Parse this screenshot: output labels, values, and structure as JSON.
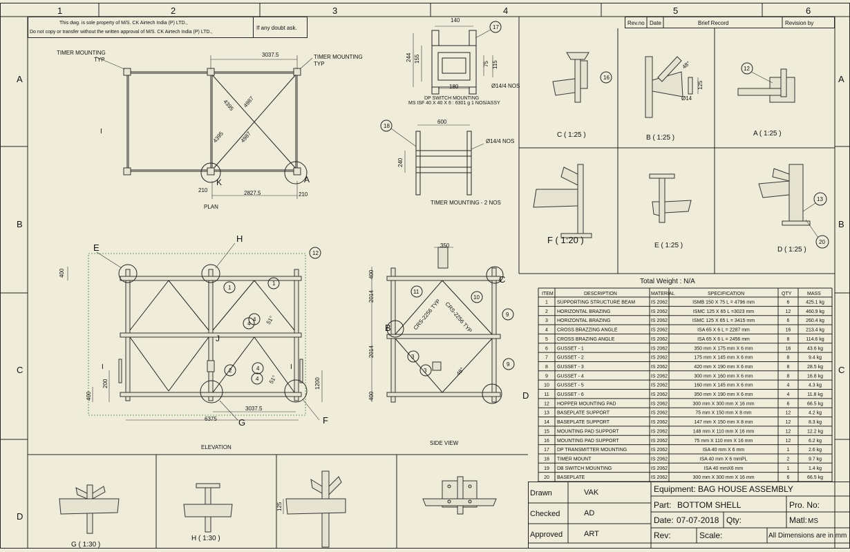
{
  "grid": {
    "columns": [
      "1",
      "2",
      "3",
      "4",
      "5",
      "6"
    ],
    "rows": [
      "A",
      "B",
      "C",
      "D"
    ]
  },
  "notice": {
    "line1": "This dwg. is sole property of M/S. CK Airtech India (P) LTD.,",
    "line2": "Do not copy or transfer without the written approval of M/S. CK Airtech India (P) LTD.,",
    "doubt": "If any doubt ask."
  },
  "revision": {
    "headers": [
      "Rev.no",
      "Date",
      "Brief Record",
      "Revision by"
    ]
  },
  "plan": {
    "label_left": "TIMER MOUNTING",
    "label_left2": "TYP",
    "label_right": "TIMER MOUNTING",
    "label_right2": "TYP",
    "dim_top": "3037.5",
    "dim_bottom": "2827.5",
    "dim_210a": "210",
    "dim_210b": "210",
    "diag1": "4395",
    "diag2": "4987",
    "diag3": "4395",
    "diag4": "4987",
    "mark_k": "K",
    "mark_a": "A",
    "title": "PLAN"
  },
  "dp_switch": {
    "dim_140": "140",
    "dim_244": "244",
    "dim_155": "155",
    "dim_180": "180",
    "dim_75": "75",
    "dim_115": "115",
    "hole": "Ø14/4 NOS",
    "caption1": "DP SWITCH MOUNTING",
    "caption2": "MS ISF 40 X 40 X 6 : 6301 g  1 NOS/ASSY",
    "balloon": "17"
  },
  "timer_mount": {
    "dim_600": "600",
    "dim_240": "240",
    "hole": "Ø14/4 NOS",
    "title": "TIMER MOUNTING - 2 NOS",
    "balloon": "18"
  },
  "details": {
    "c": "C ( 1:25 )",
    "b": "B ( 1:25 )",
    "a": "A ( 1:25 )",
    "f": "F ( 1:20 )",
    "e": "E ( 1:25 )",
    "d": "D ( 1:25 )",
    "g": "G ( 1:30 )",
    "h": "H ( 1:30 )",
    "b_angle": "48°",
    "b_dim": "125",
    "b_hole": "Ø14",
    "bal16": "16",
    "bal12": "12",
    "bal13": "13",
    "bal20": "20",
    "bot_dim": "125"
  },
  "elevation": {
    "title": "ELEVATION",
    "dim_400": "400",
    "dim_200": "200",
    "dim_400b": "400",
    "dim_1200": "1200",
    "dim_3037": "3037.5",
    "dim_6375": "6375",
    "angle1": "51°",
    "angle2": "51°",
    "marks": [
      "E",
      "H",
      "G",
      "F",
      "J",
      "I",
      "I"
    ],
    "balloons": [
      "12",
      "1",
      "1",
      "4",
      "4",
      "2",
      "4",
      "4"
    ]
  },
  "side": {
    "title": "SIDE VIEW",
    "dim_350": "350",
    "dim_400": "400",
    "dim_2014a": "2014",
    "dim_2014b": "2014",
    "dim_400b": "400",
    "cross1": "CRS-2256 TYP",
    "cross2": "CRS-2256 TYP",
    "angle": "48°",
    "marks": [
      "C",
      "B",
      "D"
    ],
    "balloons": [
      "11",
      "10",
      "9",
      "9",
      "3",
      "3"
    ]
  },
  "bom": {
    "weight_label": "Total Weight : N/A",
    "headers": [
      "ITEM",
      "DESCRIPTION",
      "MATERIAL",
      "SPECIFICATION",
      "QTY",
      "MASS"
    ],
    "rows": [
      [
        "1",
        "SUPPORTING STRUCTURE BEAM",
        "IS 2062",
        "ISMB 150 X 75   L = 4796 mm",
        "6",
        "425.1 kg"
      ],
      [
        "2",
        "HORIZONTAL BRAZING",
        "IS 2062",
        "ISMC 125 X 65  L =3023 mm",
        "12",
        "460.9 kg"
      ],
      [
        "3",
        "HORIZONTAL BRAZING",
        "IS 2062",
        "ISMC 125 X 65  L = 3415 mm",
        "6",
        "260.4 kg"
      ],
      [
        "4",
        "CROSS BRAZZING ANGLE",
        "IS 2062",
        "ISA 65 X 6  L = 2287 mm",
        "16",
        "213.4 kg"
      ],
      [
        "5",
        "CROSS BRAZING ANGLE",
        "IS 2062",
        "ISA 65 X 6 L = 2456 mm",
        "8",
        "114.6 kg"
      ],
      [
        "6",
        "GUSSET - 1",
        "IS 2062",
        "350 mm X 175 mm  X 6 mm",
        "16",
        "43.6 kg"
      ],
      [
        "7",
        "GUSSET - 2",
        "IS 2062",
        "175 mm X 145 mm X 6 mm",
        "8",
        "9.4 kg"
      ],
      [
        "8",
        "GUSSET - 3",
        "IS 2062",
        "420 mm X 190 mm X 6 mm",
        "8",
        "28.5 kg"
      ],
      [
        "9",
        "GUSSET - 4",
        "IS 2062",
        "300 mm X  160 mm X 6 mm",
        "8",
        "16.8 kg"
      ],
      [
        "10",
        "GUSSET - 5",
        "IS 2062",
        "160 mm X 145 mm X 6 mm",
        "4",
        "4.3 kg"
      ],
      [
        "11",
        "GUSSET - 6",
        "IS 2062",
        "350 mm X 190 mm X 6 mm",
        "4",
        "11.8 kg"
      ],
      [
        "12",
        "HOPPER MOUNTING PAD",
        "IS 2062",
        "300 mm X 300 mm X 16 mm",
        "6",
        "66.5 kg"
      ],
      [
        "13",
        "BASEPLATE SUPPORT",
        "IS 2062",
        "75 mm X 150 mm X 8 mm",
        "12",
        "4.2 kg"
      ],
      [
        "14",
        "BASEPLATE SUPPORT",
        "IS 2062",
        "147 mm X 150 mm X 8 mm",
        "12",
        "8.3 kg"
      ],
      [
        "15",
        "MOUNTING PAD SUPPORT",
        "IS 2062",
        "148 mm X 110 mm X 16 mm",
        "12",
        "12.2 kg"
      ],
      [
        "16",
        "MOUNTING PAD SUPPORT",
        "IS 2062",
        "75 mm X 110 mm X 16 mm",
        "12",
        "6.2 kg"
      ],
      [
        "17",
        "DP TRANSMITTER MOUNTING",
        "IS 2062",
        "ISA 40 mm X 6 mm",
        "1",
        "2.6 kg"
      ],
      [
        "18",
        "TIMER MOUNT",
        "IS 2062",
        "ISA 40 mm X 6 mmPL",
        "2",
        "9.7 kg"
      ],
      [
        "19",
        "DB SWITCH MOUNTING",
        "IS 2062",
        "ISA 40 mmX6 mm",
        "1",
        "1.4 kg"
      ],
      [
        "20",
        "BASEPLATE",
        "IS 2062",
        "300 mm X 300 mm  X  16 mm",
        "6",
        "66.5 kg"
      ]
    ]
  },
  "title_block": {
    "drawn_label": "Drawn",
    "drawn": "VAK",
    "checked_label": "Checked",
    "checked": "AD",
    "approved_label": "Approved",
    "approved": "ART",
    "equipment": "Equipment: BAG HOUSE ASSEMBLY",
    "part_label": "Part:",
    "part": "BOTTOM SHELL",
    "pro_no": "Pro. No:",
    "date_label": "Date:",
    "date": "07-07-2018",
    "qty": "Qty:",
    "matl_label": "Matl:",
    "matl": "MS",
    "rev": "Rev:",
    "scale": "Scale:",
    "dims": "All Dimensions are in mm"
  }
}
